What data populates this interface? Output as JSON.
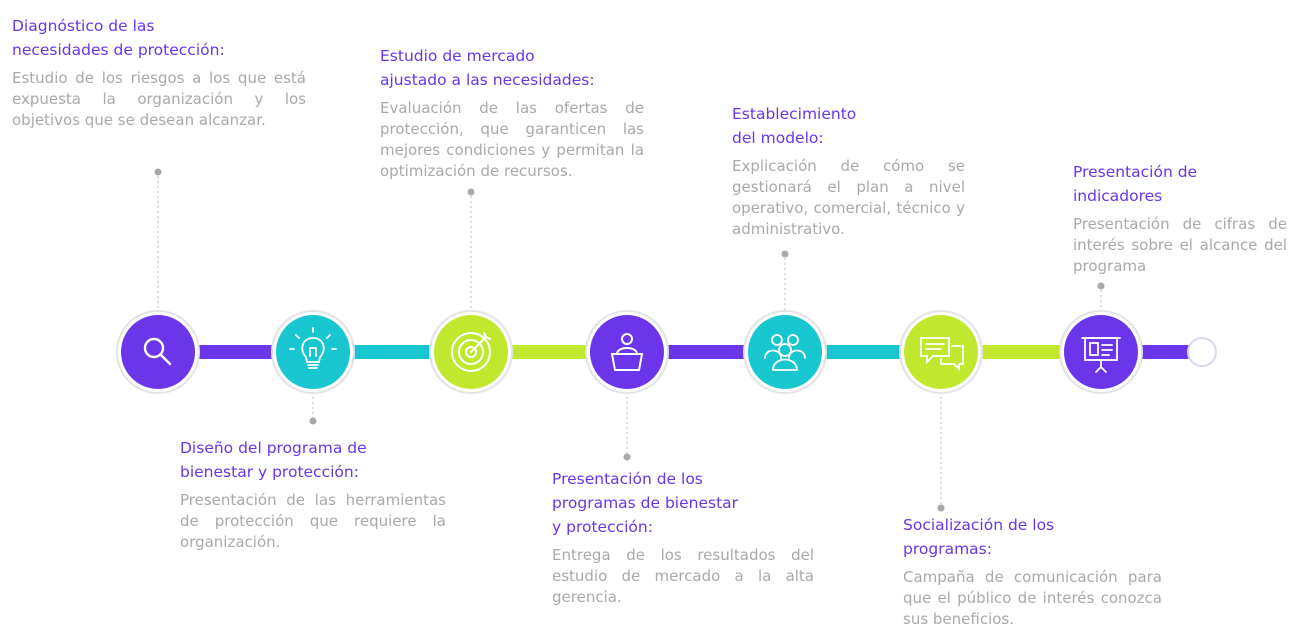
{
  "colors": {
    "purple": "#6b35ea",
    "cyan": "#17c6cf",
    "lime": "#c1e72f",
    "title": "#6a36e8",
    "desc": "#a9a9a9",
    "connector": "#bdbdbd"
  },
  "steps": [
    {
      "title": "Diagnóstico de las\nnecesidades de protección:",
      "description": "Estudio de los riesgos a los que está expuesta la organización y los objetivos que se desean alcanzar.",
      "icon": "search-icon",
      "color": "purple",
      "position": "top"
    },
    {
      "title": "Diseño del programa de\nbienestar y protección:",
      "description": "Presentación de las herramientas de protección que requiere la organización.",
      "icon": "lightbulb-icon",
      "color": "cyan",
      "position": "bottom"
    },
    {
      "title": "Estudio de mercado\najustado a las necesidades:",
      "description": "Evaluación de las ofertas de protección, que garanticen las mejores condiciones y permitan la optimización de recursos.",
      "icon": "target-icon",
      "color": "lime",
      "position": "top"
    },
    {
      "title": "Presentación de los\nprogramas de bienestar\ny protección:",
      "description": "Entrega de los resultados del estudio de mercado a la alta gerencia.",
      "icon": "presenter-icon",
      "color": "purple",
      "position": "bottom"
    },
    {
      "title": "Establecimiento\ndel modelo:",
      "description": "Explicación de cómo se gestionará el plan a nivel operativo, comercial, técnico y administrativo.",
      "icon": "team-icon",
      "color": "cyan",
      "position": "top"
    },
    {
      "title": "Socialización de los\nprogramas:",
      "description": "Campaña de comunicación para que el público de interés conozca sus beneficios.",
      "icon": "chat-icon",
      "color": "lime",
      "position": "bottom"
    },
    {
      "title": "Presentación de\nindicadores",
      "description": "Presentación de cifras de interés sobre el alcance del programa",
      "icon": "chart-board-icon",
      "color": "purple",
      "position": "top"
    }
  ]
}
